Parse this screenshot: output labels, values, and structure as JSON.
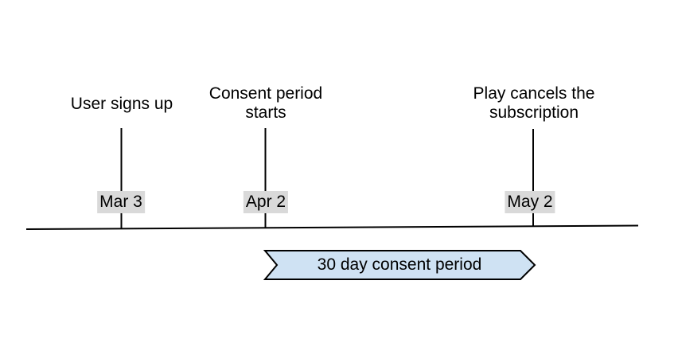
{
  "page": {
    "background": "#ffffff"
  },
  "diagram": {
    "type": "timeline",
    "colors": {
      "text": "#000000",
      "line": "#000000",
      "date_badge_bg": "#d9d9d9",
      "banner_fill": "#cfe2f3",
      "banner_stroke": "#000000"
    },
    "events": [
      {
        "label": "User signs up",
        "date": "Mar 3"
      },
      {
        "label": "Consent period\nstarts",
        "date": "Apr 2"
      },
      {
        "label": "Play cancels the\nsubscription",
        "date": "May 2"
      }
    ],
    "banner": {
      "label": "30 day consent period"
    }
  }
}
